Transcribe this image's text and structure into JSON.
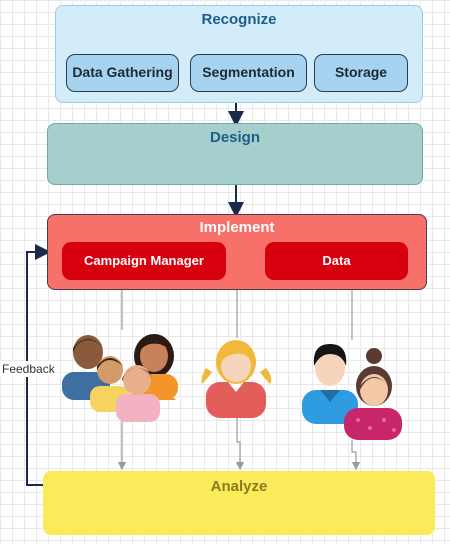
{
  "recognize": {
    "title": "Recognize",
    "items": [
      {
        "label": "Data Gathering"
      },
      {
        "label": "Segmentation"
      },
      {
        "label": "Storage"
      }
    ]
  },
  "design": {
    "title": "Design"
  },
  "implement": {
    "title": "Implement",
    "items": [
      {
        "label": "Campaign Manager"
      },
      {
        "label": "Data"
      }
    ]
  },
  "analyze": {
    "title": "Analyze"
  },
  "feedback": {
    "label": "Feedback"
  },
  "colors": {
    "recognize_fill": "#d3ecfa",
    "design_fill": "#a4cfcc",
    "implement_fill": "#f7716a",
    "implement_item_fill": "#d9000d",
    "analyze_fill": "#fbea5a",
    "arrow": "#1a2a4a"
  },
  "people_groups": [
    {
      "name": "family-group-icon"
    },
    {
      "name": "girl-icon"
    },
    {
      "name": "couple-icon"
    }
  ]
}
